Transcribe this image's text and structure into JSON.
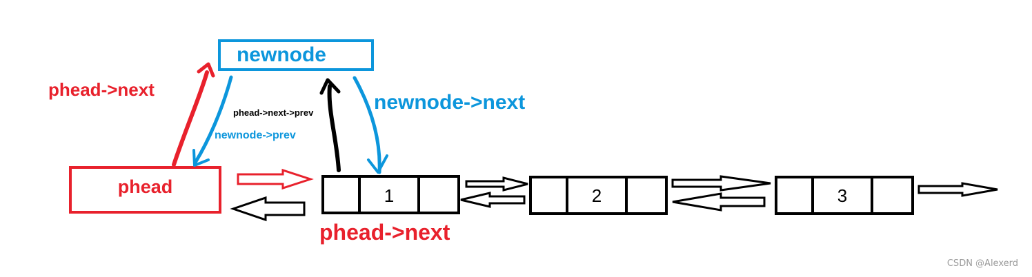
{
  "colors": {
    "red": "#e8212c",
    "blue": "#0c96dc",
    "black": "#000000"
  },
  "boxes": {
    "phead": "phead",
    "newnode": "newnode"
  },
  "nodes": [
    {
      "value": "1"
    },
    {
      "value": "2"
    },
    {
      "value": "3"
    }
  ],
  "labels": {
    "phead_next_top": "phead->next",
    "newnode_prev": "newnode->prev",
    "phead_next_prev": "phead->next->prev",
    "newnode_next": "newnode->next",
    "phead_next_bottom": "phead->next"
  },
  "watermark": "CSDN @Alexerd"
}
